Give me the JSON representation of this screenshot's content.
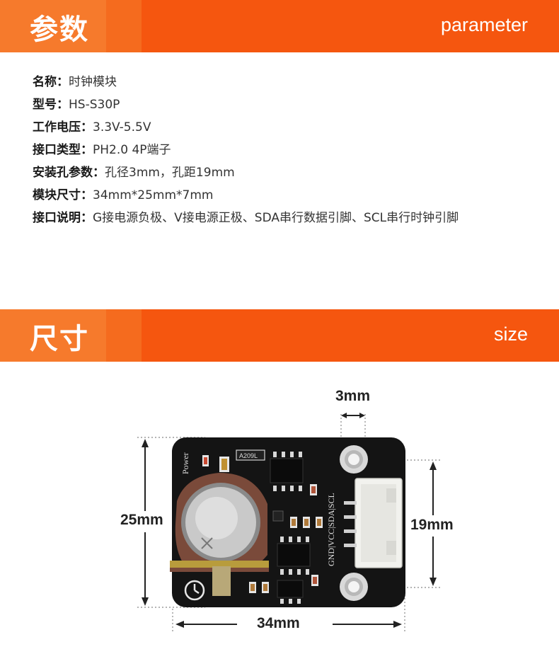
{
  "params_banner": {
    "title": "参数",
    "subtitle": "parameter"
  },
  "params": [
    {
      "label": "名称：",
      "value": "时钟模块"
    },
    {
      "label": "型号：",
      "value": "HS-S30P"
    },
    {
      "label": "工作电压：",
      "value": "3.3V-5.5V"
    },
    {
      "label": "接口类型：",
      "value": "PH2.0 4P端子"
    },
    {
      "label": "安装孔参数：",
      "value": "孔径3mm，孔距19mm"
    },
    {
      "label": "模块尺寸：",
      "value": "34mm*25mm*7mm"
    },
    {
      "label": "接口说明：",
      "value": "G接电源负极、V接电源正极、SDA串行数据引脚、SCL串行时钟引脚"
    }
  ],
  "size_banner": {
    "title": "尺寸",
    "subtitle": "size"
  },
  "dimensions": {
    "hole": "3mm",
    "height": "25mm",
    "hole_spacing": "19mm",
    "width": "34mm"
  },
  "board": {
    "power_label": "Power",
    "pin_label": "GND|VCC|SDA|SCL",
    "chip_label": "A209L",
    "colors": {
      "pcb": "#141414",
      "battery_holder": "#7a4a3a",
      "connector": "#f2f2ee",
      "accent": "#f5560f"
    }
  }
}
